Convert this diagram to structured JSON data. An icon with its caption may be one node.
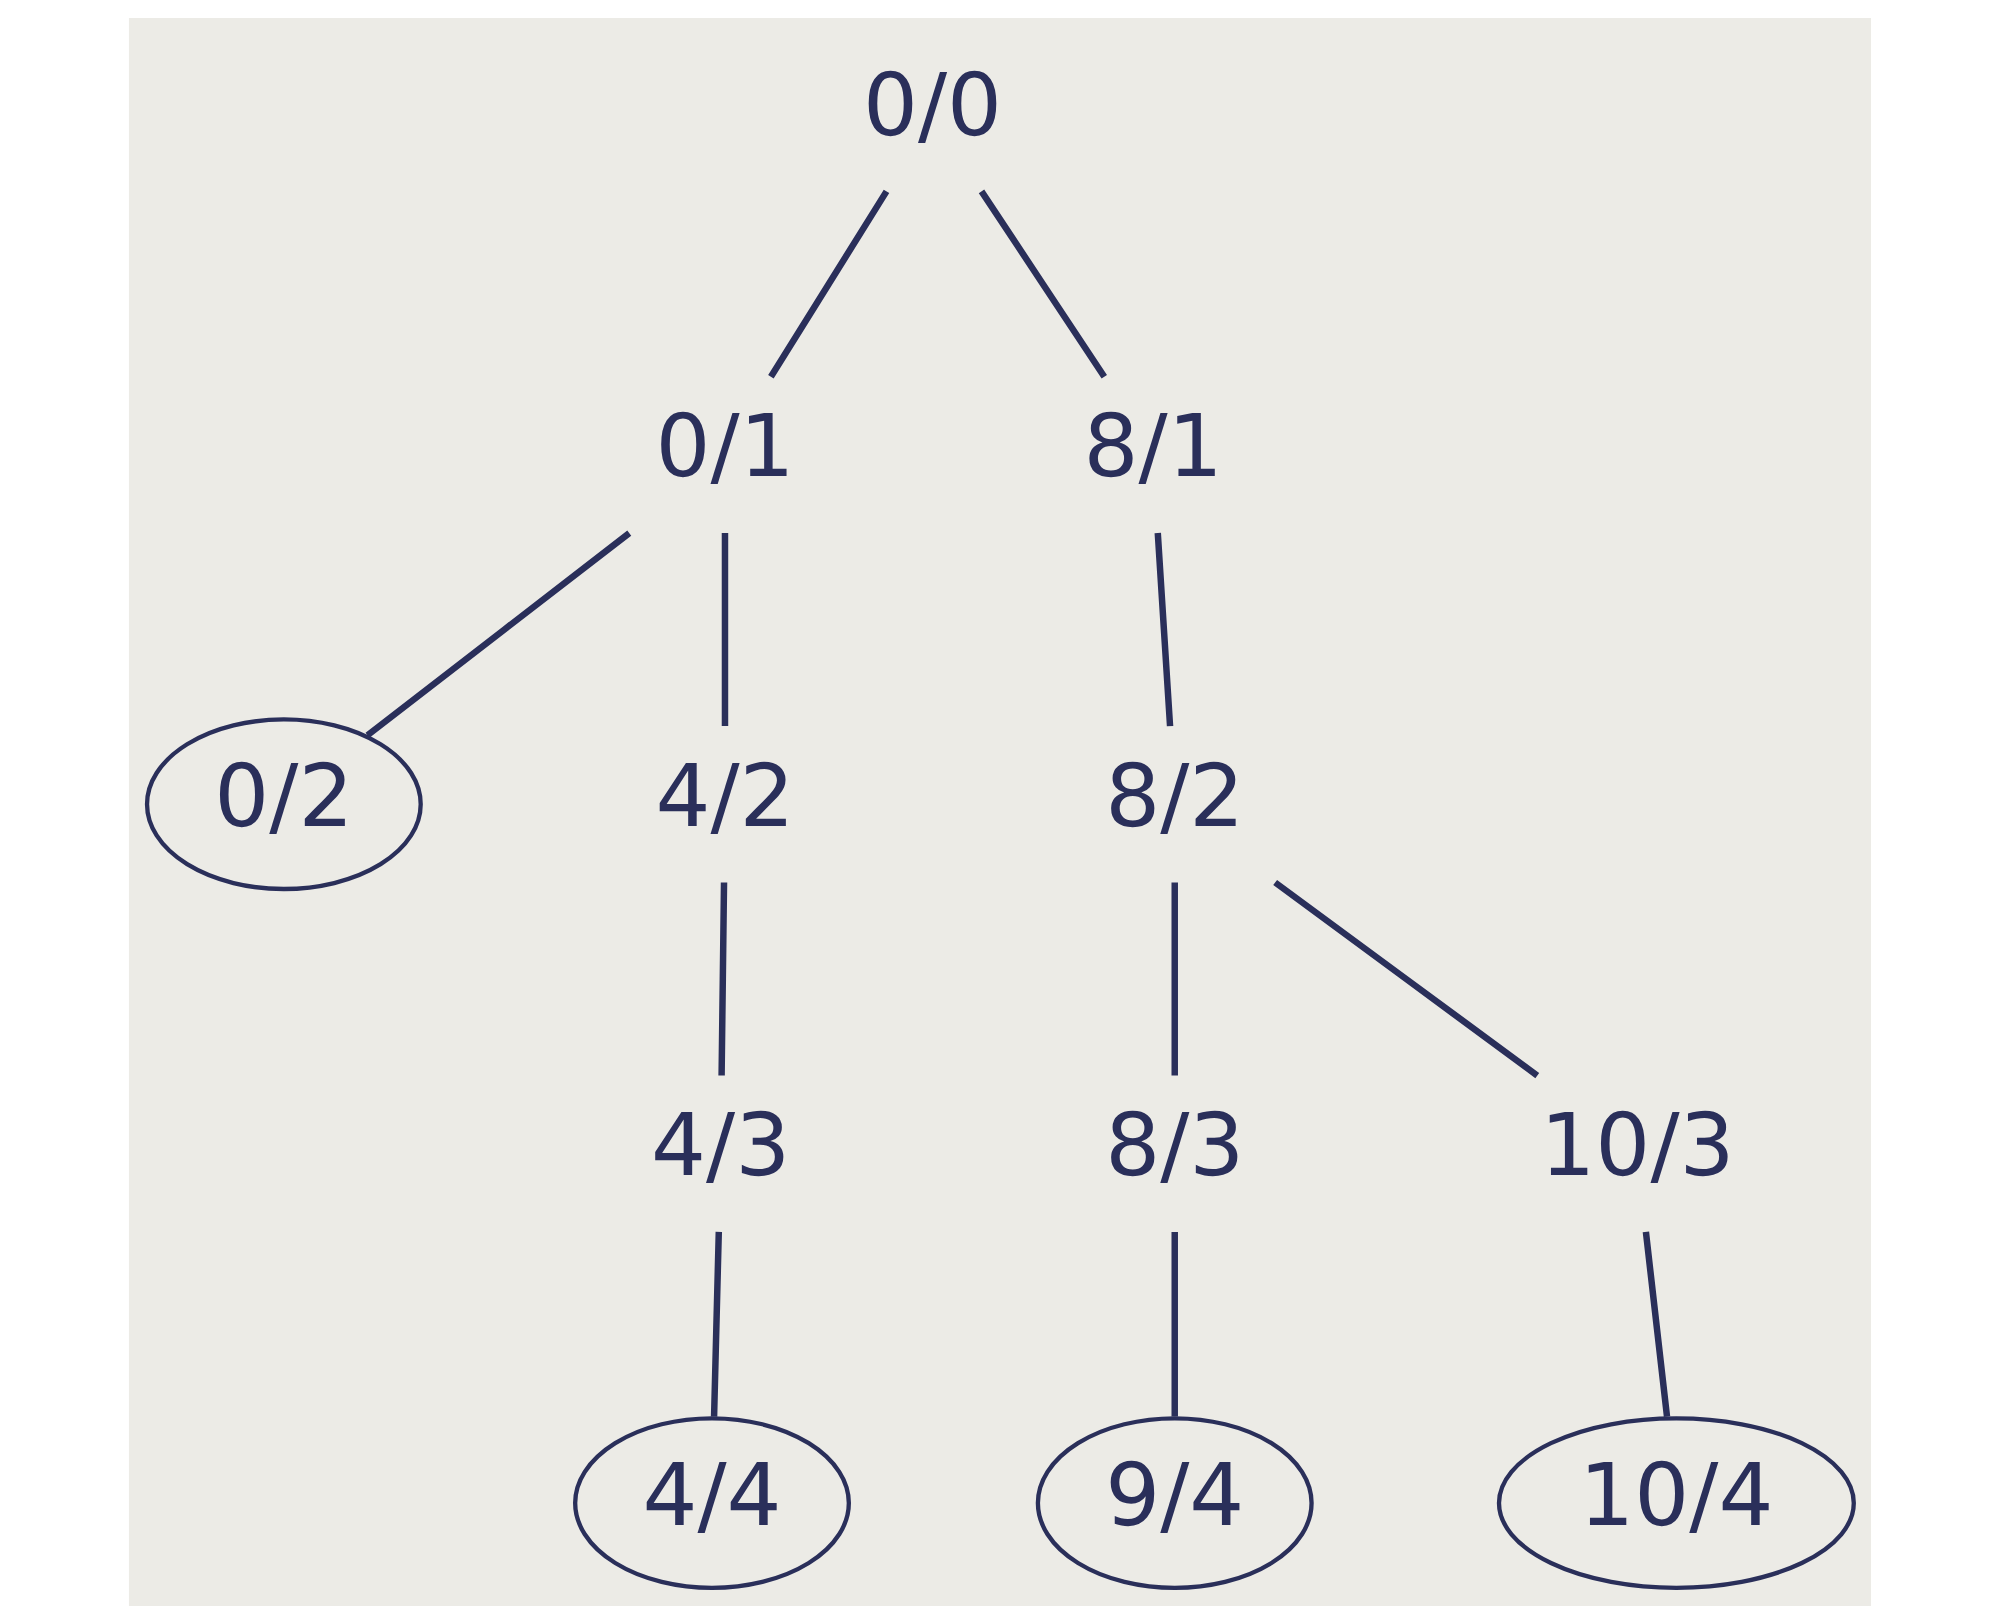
{
  "diagram": {
    "nodes": [
      {
        "text": [
          "0/0"
        ]
      },
      {
        "text": [
          "0/1"
        ]
      },
      {
        "text": [
          "8/1"
        ]
      },
      {
        "text": [
          "0/2"
        ]
      },
      {
        "text": [
          "4/2"
        ]
      },
      {
        "text": [
          "8/2"
        ]
      },
      {
        "text": [
          "4/3"
        ]
      },
      {
        "text": [
          "8/3"
        ]
      },
      {
        "text": [
          "10/3"
        ]
      },
      {
        "text": [
          "4/4"
        ]
      },
      {
        "text": [
          "9/4"
        ]
      },
      {
        "text": [
          "10/4"
        ]
      }
    ],
    "edges": [
      {
        "from": 0,
        "to": 1,
        "arrow": "none"
      },
      {
        "from": 0,
        "to": 2,
        "arrow": "none"
      },
      {
        "from": 1,
        "to": 3,
        "arrow": "none"
      },
      {
        "from": 1,
        "to": 4,
        "arrow": "none"
      },
      {
        "from": 2,
        "to": 5,
        "arrow": "none"
      },
      {
        "from": 4,
        "to": 6,
        "arrow": "none"
      },
      {
        "from": 5,
        "to": 7,
        "arrow": "none"
      },
      {
        "from": 5,
        "to": 8,
        "arrow": "none"
      },
      {
        "from": 6,
        "to": 9,
        "arrow": "none"
      },
      {
        "from": 7,
        "to": 10,
        "arrow": "none"
      },
      {
        "from": 8,
        "to": 11,
        "arrow": "none"
      }
    ]
  }
}
